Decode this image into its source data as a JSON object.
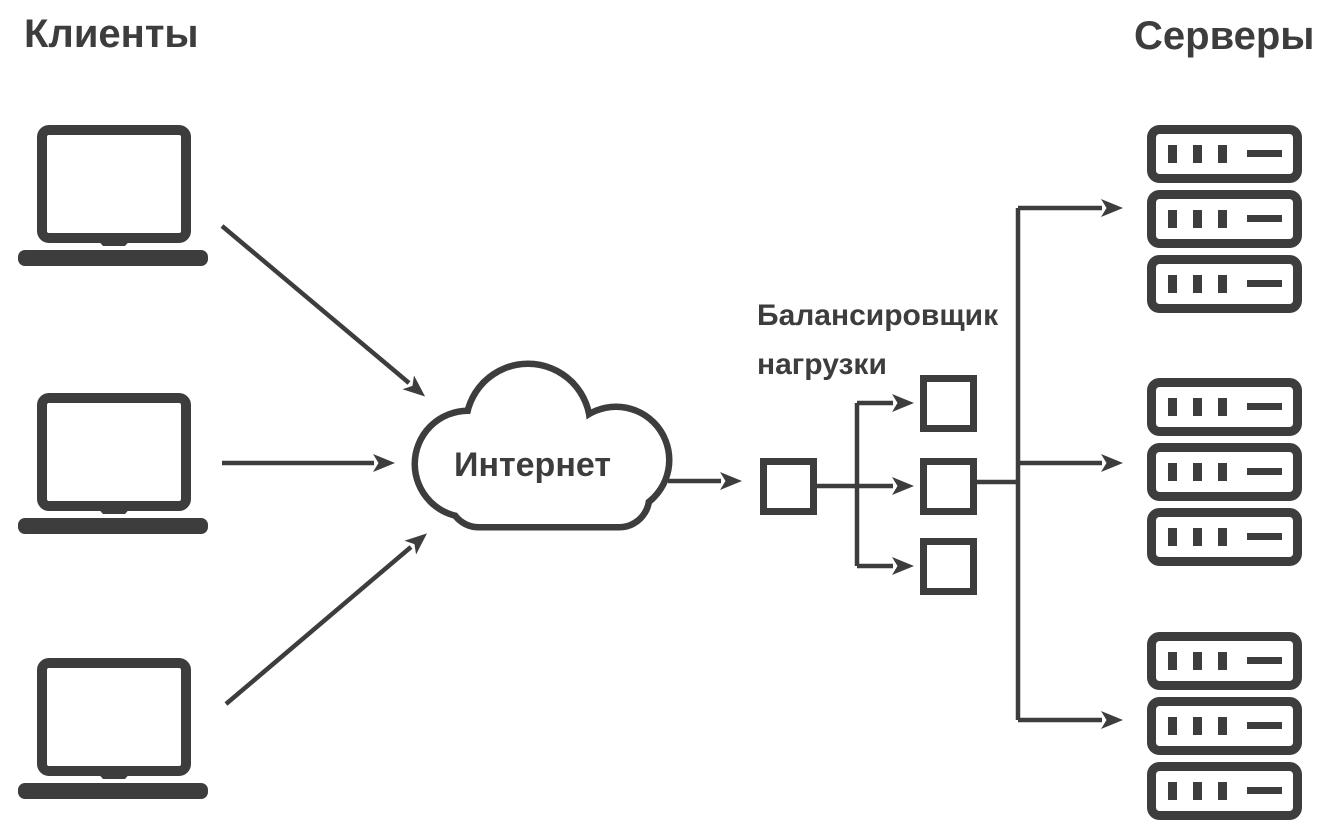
{
  "labels": {
    "clients": "Клиенты",
    "servers": "Серверы",
    "internet": "Интернет",
    "load_balancer_line1": "Балансировщик",
    "load_balancer_line2": "нагрузки"
  },
  "colors": {
    "ink": "#3d3d3d",
    "background": "#ffffff"
  },
  "structure": {
    "client_count": 3,
    "balancer_input_nodes": 1,
    "balancer_target_nodes": 3,
    "server_group_count": 3,
    "servers_per_group": 3
  },
  "icons": {
    "client": "laptop-icon",
    "network": "cloud-icon",
    "balancer_node": "square-node-icon",
    "server": "server-rack-icon",
    "connector": "arrow-icon"
  }
}
